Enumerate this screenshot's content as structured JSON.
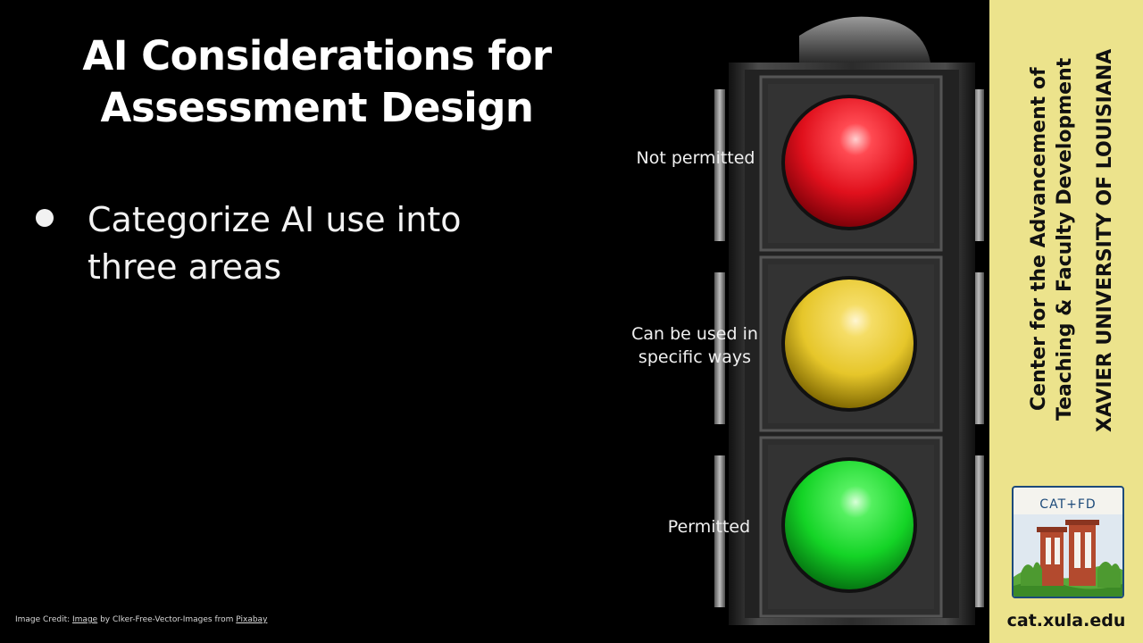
{
  "slide": {
    "title_line1": "AI Considerations for",
    "title_line2": "Assessment Design",
    "bullet_line1": "Categorize AI use into",
    "bullet_line2": "three areas"
  },
  "traffic_light": {
    "red_label": "Not permitted",
    "yellow_label_line1": "Can be used in",
    "yellow_label_line2": "specific ways",
    "green_label": "Permitted",
    "colors": {
      "red": "#e0101c",
      "yellow": "#e6c62a",
      "green": "#14d426",
      "housing": "#2a2a2a"
    }
  },
  "credit": {
    "prefix": "Image Credit: ",
    "image_link": "Image",
    "middle": " by Clker-Free-Vector-Images from ",
    "source_link": "Pixabay"
  },
  "sidebar": {
    "line1": "Center for the Advancement of",
    "line2": "Teaching & Faculty Development",
    "line3": "XAVIER UNIVERSITY OF LOUISIANA",
    "logo_text": "CAT+FD",
    "url": "cat.xula.edu",
    "background": "#ece38c"
  }
}
